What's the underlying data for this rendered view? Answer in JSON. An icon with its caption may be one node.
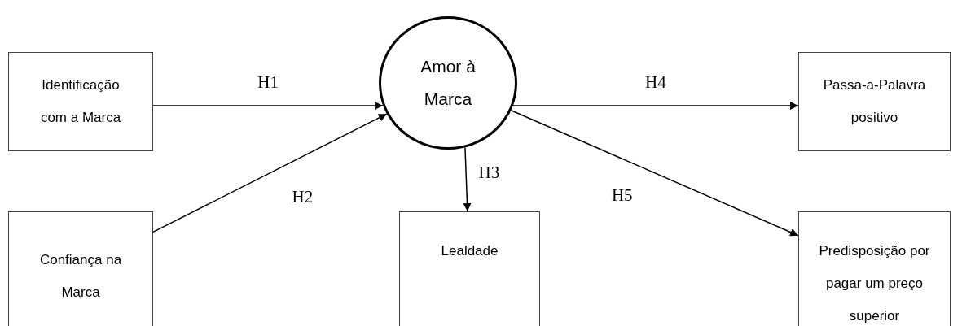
{
  "diagram": {
    "nodes": [
      {
        "text": [
          "Identificação com a Marca"
        ]
      },
      {
        "text": [
          "Confiança na Marca"
        ]
      },
      {
        "text": [
          "Amor à Marca"
        ]
      },
      {
        "text": [
          "Passa-a-Palavra positivo"
        ]
      },
      {
        "text": [
          "Lealdade"
        ]
      },
      {
        "text": [
          "Predisposição por pagar um preço superior"
        ]
      }
    ],
    "edges": [
      {
        "from": 0,
        "to": 2,
        "arrow": "to",
        "label": "H1"
      },
      {
        "from": 1,
        "to": 2,
        "arrow": "to",
        "label": "H2"
      },
      {
        "from": 2,
        "to": 4,
        "arrow": "to",
        "label": "H3"
      },
      {
        "from": 2,
        "to": 3,
        "arrow": "to",
        "label": "H4"
      },
      {
        "from": 2,
        "to": 5,
        "arrow": "to",
        "label": "H5"
      }
    ]
  }
}
